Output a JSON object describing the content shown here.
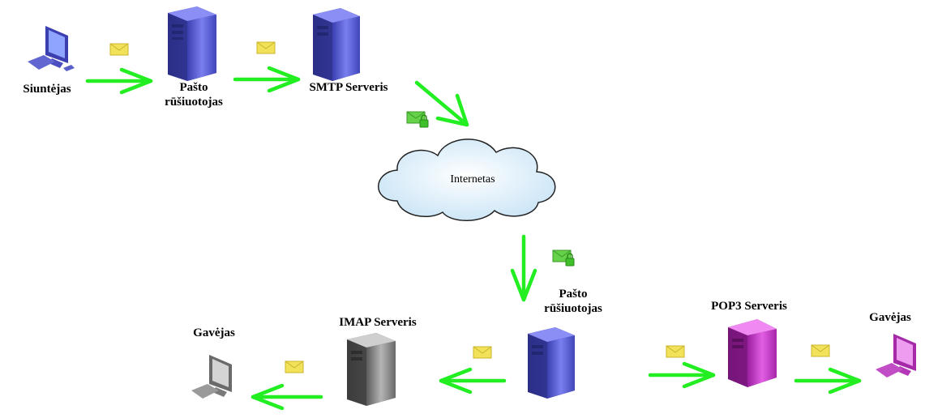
{
  "nodes": {
    "sender": "Siuntėjas",
    "sorter_top": "Pašto rūšiuotojas",
    "smtp": "SMTP Serveris",
    "internet": "Internetas",
    "sorter_bottom": "Pašto rūšiuotojas",
    "imap": "IMAP Serveris",
    "receiver_left": "Gavėjas",
    "pop3": "POP3 Serveris",
    "receiver_right": "Gavėjas"
  },
  "colors": {
    "arrow": "#22ee22",
    "envelope": "#f2e25a",
    "secure_envelope": "#66d24a",
    "server_blue": "#5a5fd4",
    "server_gray": "#8a8a8a",
    "server_magenta": "#c535c8",
    "cloud": "#d7ecf8"
  },
  "icons": {
    "computer": "computer-icon",
    "server": "server-icon",
    "envelope": "envelope-icon",
    "secure_envelope": "locked-envelope-icon",
    "cloud": "cloud-icon"
  }
}
